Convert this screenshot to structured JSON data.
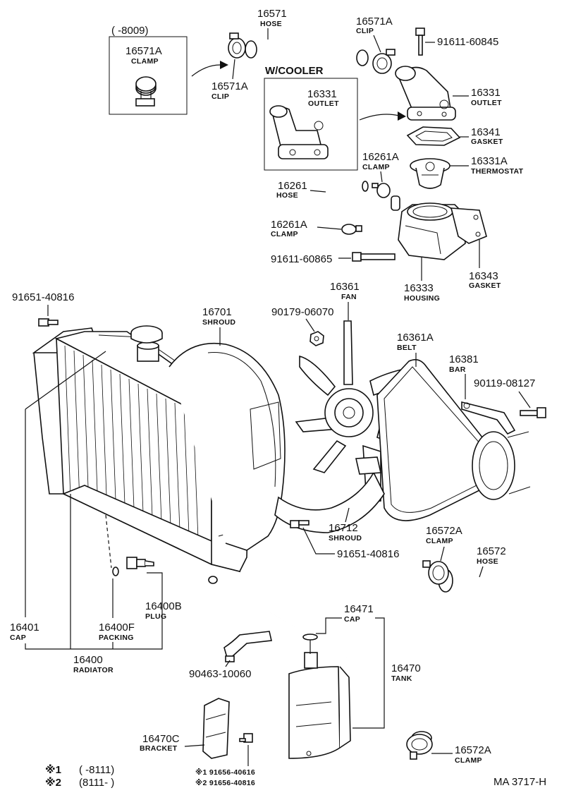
{
  "inset_top": {
    "range": "(     -8009)",
    "part_number": "16571A",
    "part_name": "CLAMP"
  },
  "inset_cooler": {
    "title": "W/COOLER",
    "part_number": "16331",
    "part_name": "OUTLET"
  },
  "callouts": [
    {
      "id": "hose-16571",
      "number": "16571",
      "name": "HOSE"
    },
    {
      "id": "clip-16571a-right",
      "number": "16571A",
      "name": "CLIP"
    },
    {
      "id": "clip-16571a-left",
      "number": "16571A",
      "name": "CLIP"
    },
    {
      "id": "bolt-91611-60845",
      "number": "91611-60845",
      "name": ""
    },
    {
      "id": "outlet-16331",
      "number": "16331",
      "name": "OUTLET"
    },
    {
      "id": "gasket-16341",
      "number": "16341",
      "name": "GASKET"
    },
    {
      "id": "thermostat-16331a",
      "number": "16331A",
      "name": "THERMOSTAT"
    },
    {
      "id": "clamp-16261a-upper",
      "number": "16261A",
      "name": "CLAMP"
    },
    {
      "id": "hose-16261",
      "number": "16261",
      "name": "HOSE"
    },
    {
      "id": "clamp-16261a-lower",
      "number": "16261A",
      "name": "CLAMP"
    },
    {
      "id": "bolt-91611-60865",
      "number": "91611-60865",
      "name": ""
    },
    {
      "id": "housing-16333",
      "number": "16333",
      "name": "HOUSING"
    },
    {
      "id": "gasket-16343",
      "number": "16343",
      "name": "GASKET"
    },
    {
      "id": "bolt-91651-40816-top",
      "number": "91651-40816",
      "name": ""
    },
    {
      "id": "shroud-16701",
      "number": "16701",
      "name": "SHROUD"
    },
    {
      "id": "nut-90179-06070",
      "number": "90179-06070",
      "name": ""
    },
    {
      "id": "fan-16361",
      "number": "16361",
      "name": "FAN"
    },
    {
      "id": "belt-16361a",
      "number": "16361A",
      "name": "BELT"
    },
    {
      "id": "bar-16381",
      "number": "16381",
      "name": "BAR"
    },
    {
      "id": "bolt-90119-08127",
      "number": "90119-08127",
      "name": ""
    },
    {
      "id": "shroud-16712",
      "number": "16712",
      "name": "SHROUD"
    },
    {
      "id": "bolt-91651-40816-mid",
      "number": "91651-40816",
      "name": ""
    },
    {
      "id": "clamp-16572a-upper",
      "number": "16572A",
      "name": "CLAMP"
    },
    {
      "id": "hose-16572",
      "number": "16572",
      "name": "HOSE"
    },
    {
      "id": "plug-16400b",
      "number": "16400B",
      "name": "PLUG"
    },
    {
      "id": "cap-16401",
      "number": "16401",
      "name": "CAP"
    },
    {
      "id": "packing-16400f",
      "number": "16400F",
      "name": "PACKING"
    },
    {
      "id": "radiator-16400",
      "number": "16400",
      "name": "RADIATOR"
    },
    {
      "id": "cap-16471",
      "number": "16471",
      "name": "CAP"
    },
    {
      "id": "tank-16470",
      "number": "16470",
      "name": "TANK"
    },
    {
      "id": "clamp-90463-10060",
      "number": "90463-10060",
      "name": ""
    },
    {
      "id": "bracket-16470c",
      "number": "16470C",
      "name": "BRACKET"
    },
    {
      "id": "clamp-16572a-lower",
      "number": "16572A",
      "name": "CLAMP"
    }
  ],
  "notes": {
    "bolt_1": "※1 91656-40616",
    "bolt_2": "※2 91656-40816"
  },
  "footnotes": [
    {
      "mark": "※1",
      "range": "(        -8111)"
    },
    {
      "mark": "※2",
      "range": "(8111-           )"
    }
  ],
  "figure_code": "MA 3717-H"
}
